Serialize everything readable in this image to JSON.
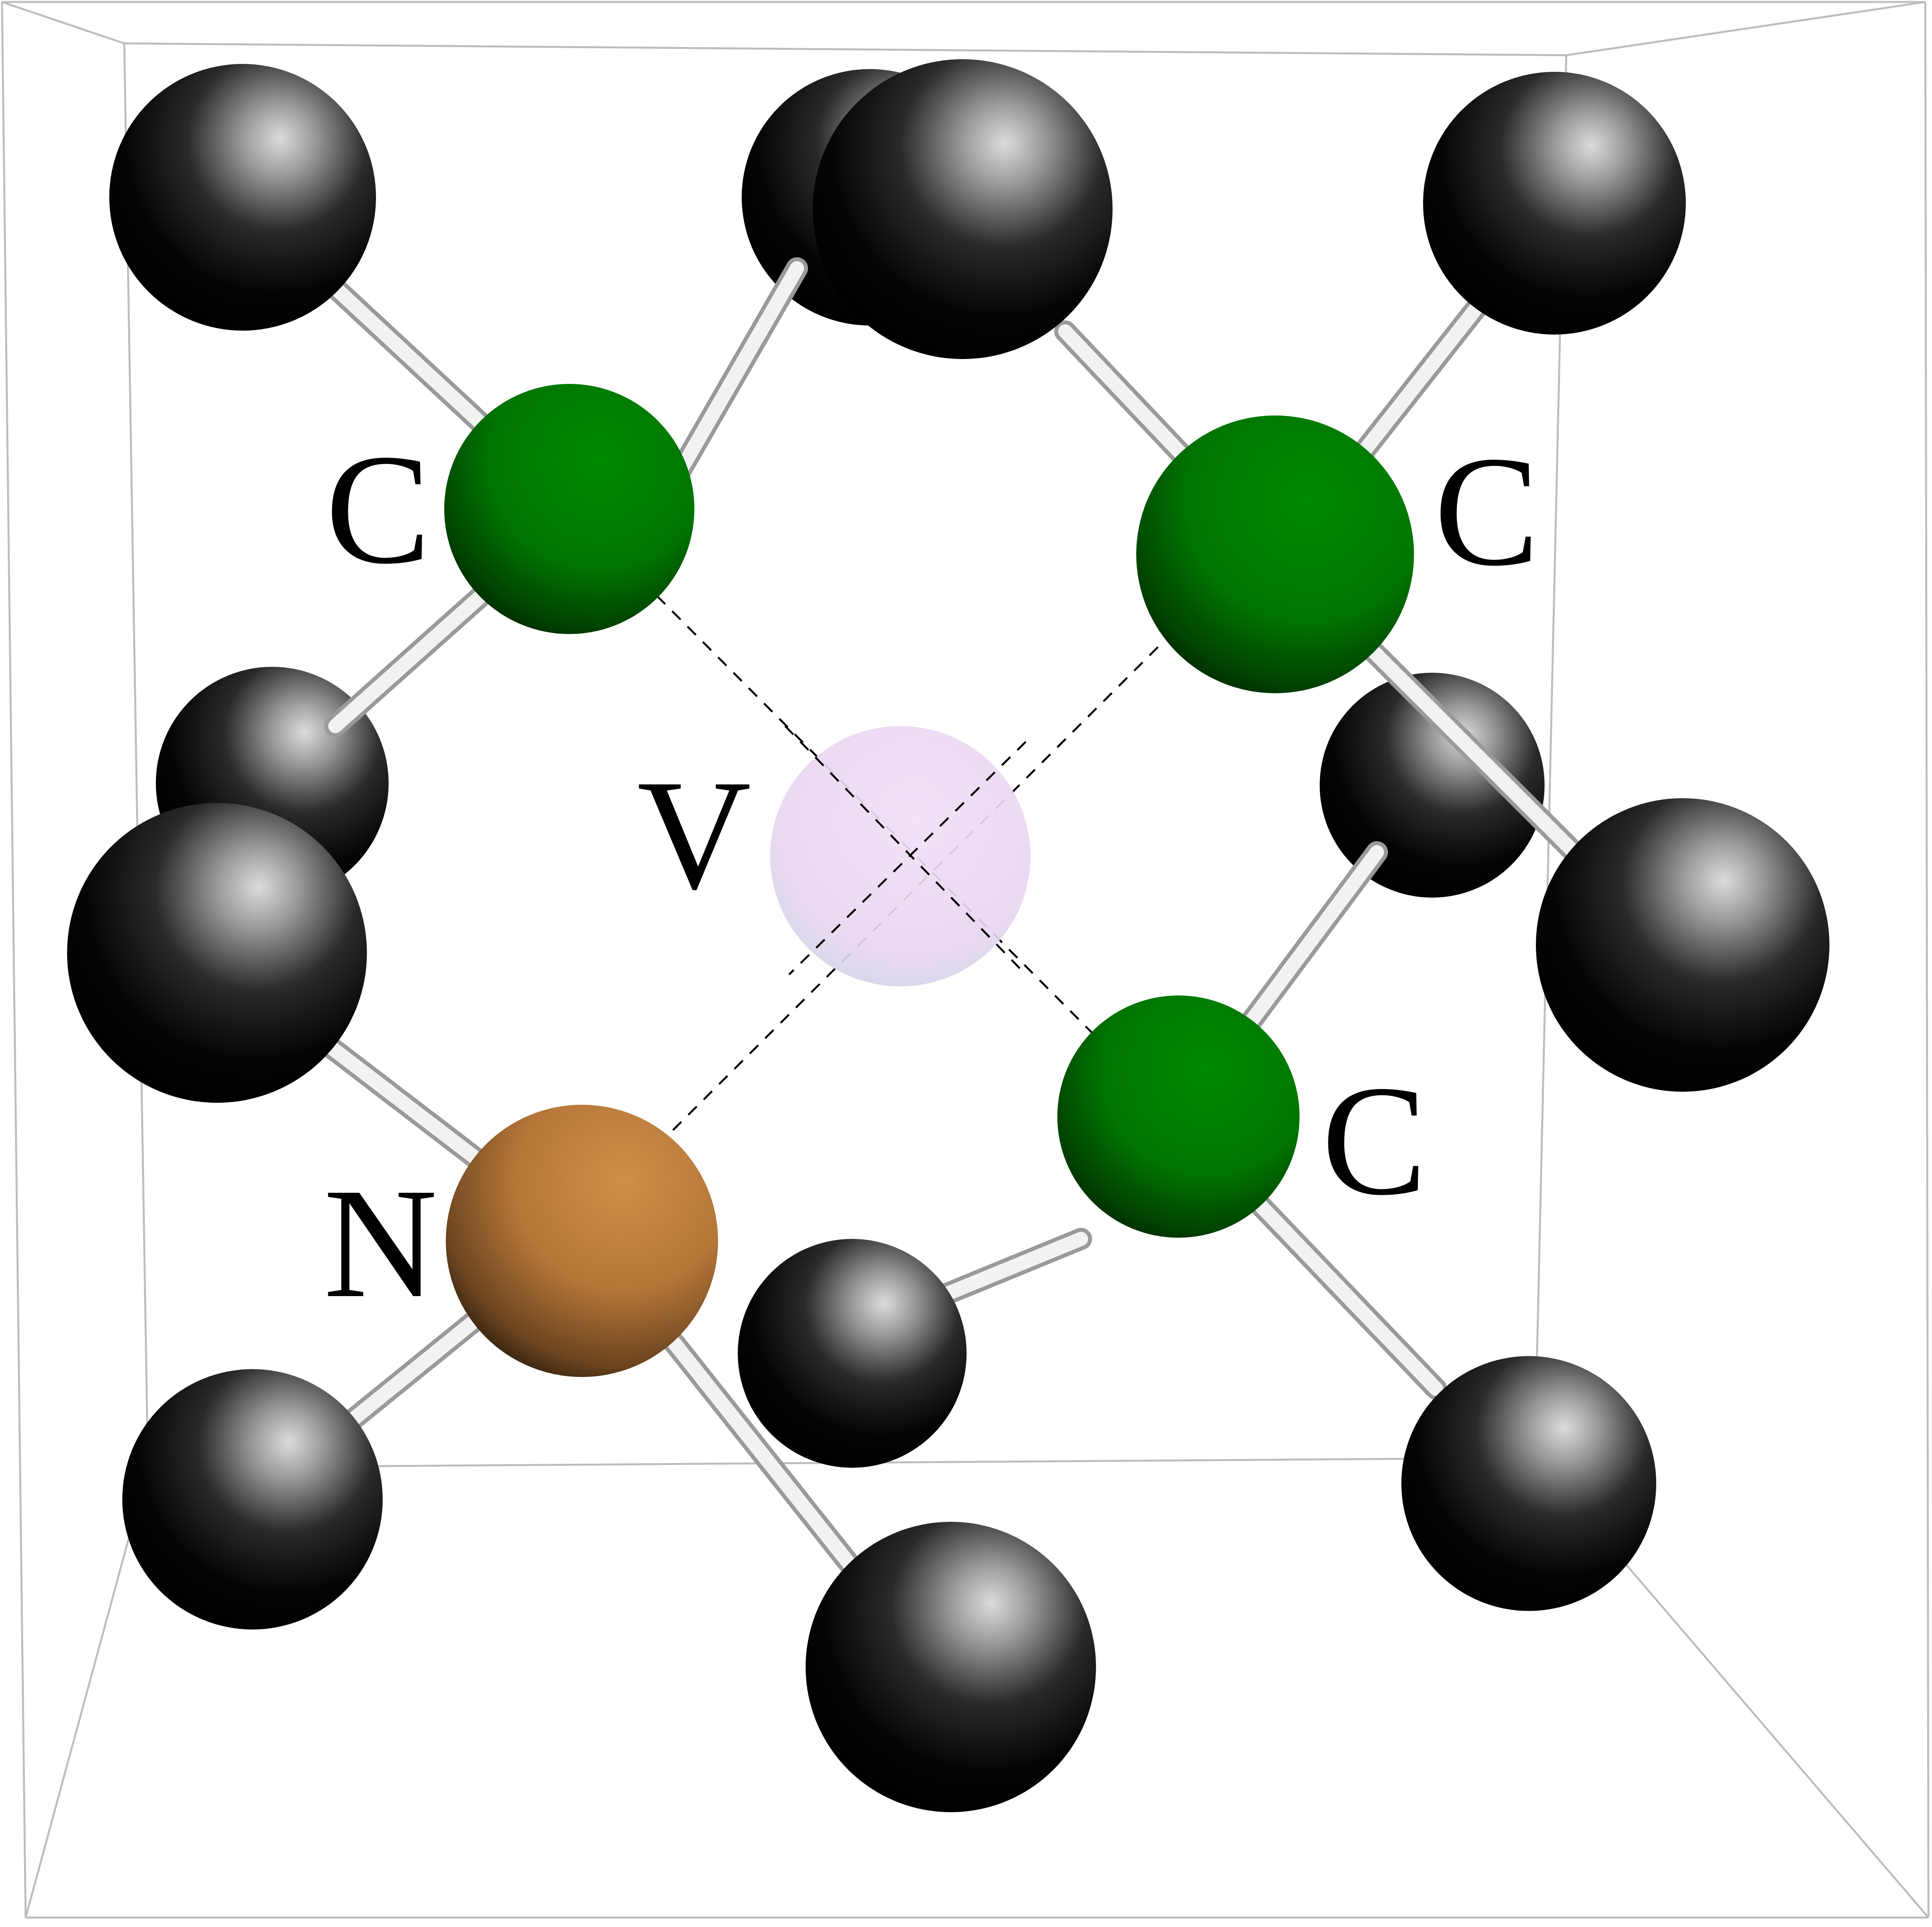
{
  "labels": {
    "carbon_top_left": "C",
    "carbon_top_right": "C",
    "carbon_bottom_right": "C",
    "vacancy": "V",
    "nitrogen": "N"
  },
  "colors": {
    "background": "#ffffff",
    "host_atom": "#000000",
    "host_highlight": "#d8d8d8",
    "carbon": "#008000",
    "carbon_dark": "#002800",
    "nitrogen": "#c98a46",
    "nitrogen_dark": "#3a2410",
    "vacancy": "#efd8f5",
    "vacancy_edge": "#c9d2e2",
    "bond": "#f2f2f2",
    "bond_edge": "#9a9a9a",
    "cell_edge": "#bdbdbd",
    "dash_line": "#000000"
  }
}
